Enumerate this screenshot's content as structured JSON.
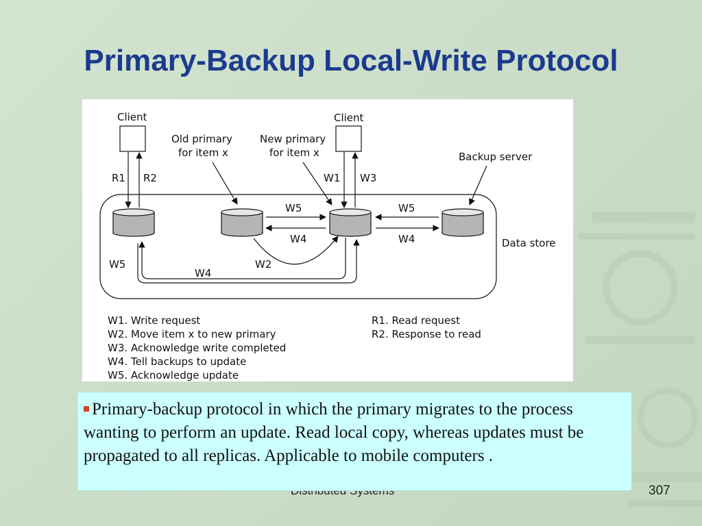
{
  "slide": {
    "title": "Primary-Backup Local-Write Protocol",
    "footer": "Distributed Systems",
    "page_number": "307"
  },
  "diagram": {
    "labels": {
      "client_left": "Client",
      "client_right": "Client",
      "old_primary_line1": "Old primary",
      "old_primary_line2": "for item x",
      "new_primary_line1": "New primary",
      "new_primary_line2": "for item x",
      "backup_server": "Backup server",
      "data_store": "Data store",
      "r1": "R1",
      "r2": "R2",
      "w1": "W1",
      "w3": "W3",
      "w5_mid": "W5",
      "w4_mid": "W4",
      "w5_right": "W5",
      "w4_right": "W4",
      "w5_left": "W5",
      "w4_bottom": "W4",
      "w2": "W2"
    },
    "legend_left": [
      "W1. Write request",
      "W2. Move item x to new primary",
      "W3. Acknowledge write completed",
      "W4. Tell backups to update",
      "W5. Acknowledge update"
    ],
    "legend_right": [
      "R1. Read request",
      "R2. Response to read"
    ]
  },
  "caption": {
    "text": "Primary-backup protocol in which the primary migrates to the process wanting to perform an update. Read local copy, whereas updates must be propagated to all replicas. Applicable to mobile computers ."
  },
  "colors": {
    "title": "#1c3a8e",
    "caption_bg": "#ccffff",
    "bullet": "#d2451e",
    "background": "#cfe0cc"
  }
}
